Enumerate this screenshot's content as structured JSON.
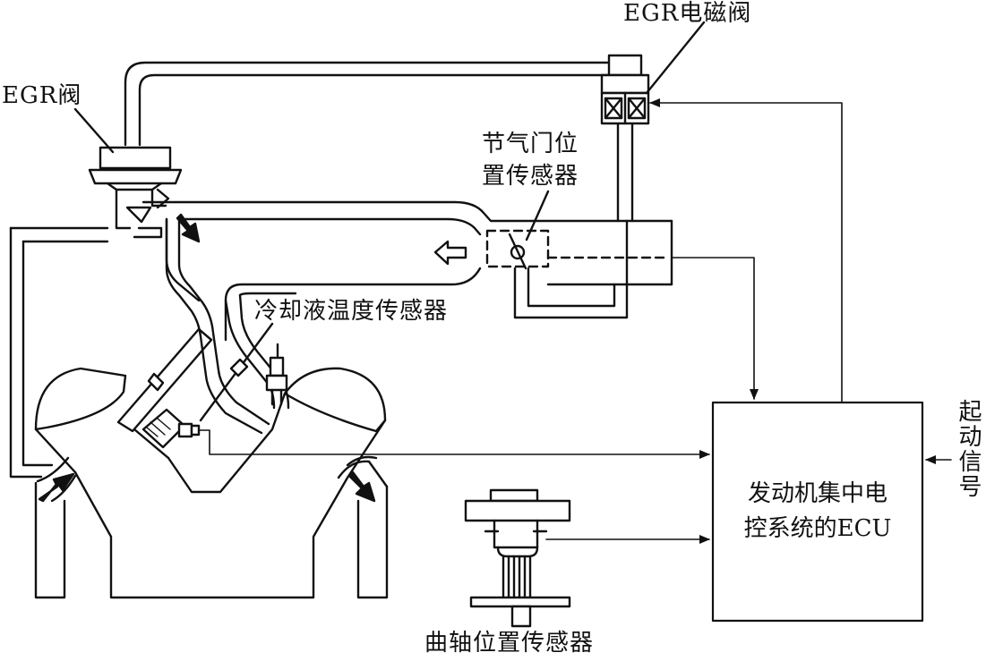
{
  "labels": {
    "egr_solenoid": "EGR电磁阀",
    "egr_valve": "EGR阀",
    "throttle_sensor_line1": "节气门位",
    "throttle_sensor_line2": "置传感器",
    "coolant_sensor": "冷却液温度传感器",
    "crank_sensor": "曲轴位置传感器",
    "ecu": "发动机集中电控系统的ECU",
    "start_signal": "起动信号"
  },
  "icons": [
    "solenoid-icon",
    "throttle-plate-icon",
    "flow-arrow-icon"
  ],
  "colors": {
    "line": "#111111",
    "background": "#ffffff"
  }
}
